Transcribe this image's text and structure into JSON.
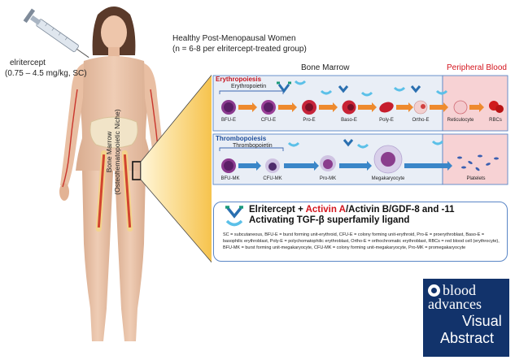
{
  "header": {
    "line1": "Healthy Post-Menopausal Women",
    "line2": "(n = 6-8 per elritercept-treated group)"
  },
  "drug": {
    "name": "elritercept",
    "dose": "(0.75 – 4.5 mg/kg, SC)"
  },
  "niche": {
    "line1": "Bone Marrow",
    "line2": "(Osteohematopoietic Niche)"
  },
  "panel": {
    "bone_marrow_label": "Bone Marrow",
    "peripheral_blood_label": "Peripheral Blood",
    "erythropoiesis": {
      "title": "Erythropoiesis",
      "cytokine": "Erythropoietin",
      "cells": [
        "BFU-E",
        "CFU-E",
        "Pro-E",
        "Baso-E",
        "Poly-E",
        "Ortho-E"
      ],
      "blood_cells": [
        "Reticulocyte",
        "RBCs"
      ]
    },
    "thrombopoiesis": {
      "title": "Thrombopoiesis",
      "cytokine": "Thrombopoietin",
      "cells": [
        "BFU-MK",
        "CFU-MK",
        "Pro-MK",
        "Megakaryocyte"
      ],
      "blood_cells": [
        "Platelets"
      ]
    }
  },
  "ligands": {
    "line1_a": "Elritercept + ",
    "line1_red": "Activin A",
    "line1_b": "/Activin B/GDF-8 and -11",
    "line2": "Activating TGF-β superfamily ligand"
  },
  "abbreviations": "SC = subcutaneous, BFU-E = burst forming unit-erythroid, CFU-E = colony forming unit-erythroid, Pro-E = proerythroblast, Baso-E = basophilic erythroblast, Poly-E = polychomatophilic erythroblast, Ortho-E = orthochromatic erythroblast, RBCs = red blood cell (erythrocyte), BFU-MK = burst forming unit-megakaryocyte, CFU-MK = colony forming unit-megakaryocyte, Pro-MK = promegakaryocyte",
  "logo": {
    "line1": "blood",
    "line2": "advances",
    "line3": "Visual",
    "line4": "Abstract"
  },
  "colors": {
    "panel_border": "#5a86c6",
    "bm_bg": "#e9eef6",
    "pb_bg": "#f7d2d4",
    "arrow_orange": "#ee8a2e",
    "arrow_blue": "#3a86c8",
    "red_accent": "#d4151e",
    "logo_bg": "#12336b"
  }
}
